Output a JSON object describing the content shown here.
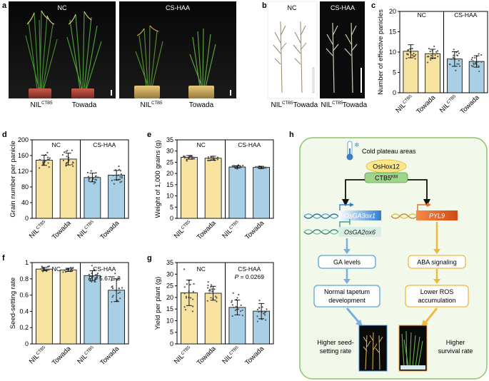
{
  "panel_letters": [
    "a",
    "b",
    "c",
    "d",
    "e",
    "f",
    "g",
    "h"
  ],
  "photos": {
    "a": {
      "left_tag": "NC",
      "right_tag": "CS-HAA",
      "labels": [
        {
          "base": "NIL",
          "sup": "CTB5"
        },
        {
          "base": "Towada",
          "sup": ""
        },
        {
          "base": "NIL",
          "sup": "CTB5"
        },
        {
          "base": "Towada",
          "sup": ""
        }
      ]
    },
    "b": {
      "left_tag": "NC",
      "right_tag": "CS-HAA",
      "labels": [
        {
          "base": "NIL",
          "sup": "CTB5"
        },
        {
          "base": "Towada",
          "sup": ""
        },
        {
          "base": "NIL",
          "sup": "CTB5"
        },
        {
          "base": "Towada",
          "sup": ""
        }
      ]
    }
  },
  "chart_data": [
    {
      "panel": "c",
      "type": "bar",
      "ylabel": "Number of effective panicles",
      "ylim": [
        0,
        20
      ],
      "yticks": [
        0,
        5,
        10,
        15,
        20
      ],
      "groups": [
        "NC",
        "CS-HAA"
      ],
      "categories": [
        {
          "base": "NIL",
          "sup": "CTB5"
        },
        {
          "base": "Towada",
          "sup": ""
        },
        {
          "base": "NIL",
          "sup": "CTB5"
        },
        {
          "base": "Towada",
          "sup": ""
        }
      ],
      "values": [
        10.2,
        9.6,
        8.3,
        7.7
      ],
      "errors": [
        1.6,
        1.1,
        1.8,
        1.4
      ],
      "colors": [
        "#f8e2a0",
        "#f8e2a0",
        "#a9cfe6",
        "#a9cfe6"
      ],
      "annotation": ""
    },
    {
      "panel": "d",
      "type": "bar",
      "ylabel": "Grain number per panicle",
      "ylim": [
        0,
        200
      ],
      "yticks": [
        0,
        40,
        80,
        120,
        160,
        200
      ],
      "groups": [
        "NC",
        "CS-HAA"
      ],
      "categories": [
        {
          "base": "NIL",
          "sup": "CTB5"
        },
        {
          "base": "Towada",
          "sup": ""
        },
        {
          "base": "NIL",
          "sup": "CTB5"
        },
        {
          "base": "Towada",
          "sup": ""
        }
      ],
      "values": [
        148,
        151,
        104,
        110
      ],
      "errors": [
        13,
        15,
        11,
        12
      ],
      "colors": [
        "#f8e2a0",
        "#f8e2a0",
        "#a9cfe6",
        "#a9cfe6"
      ],
      "annotation": ""
    },
    {
      "panel": "e",
      "type": "bar",
      "ylabel": "Weight of 1,000 grains (g)",
      "ylim": [
        0,
        35
      ],
      "yticks": [
        0,
        5,
        10,
        15,
        20,
        25,
        30,
        35
      ],
      "groups": [
        "NC",
        "CS-HAA"
      ],
      "categories": [
        {
          "base": "NIL",
          "sup": "CTB5"
        },
        {
          "base": "Towada",
          "sup": ""
        },
        {
          "base": "NIL",
          "sup": "CTB5"
        },
        {
          "base": "Towada",
          "sup": ""
        }
      ],
      "values": [
        27.2,
        26.8,
        22.9,
        22.7
      ],
      "errors": [
        0.8,
        0.9,
        0.5,
        0.5
      ],
      "colors": [
        "#f8e2a0",
        "#f8e2a0",
        "#a9cfe6",
        "#a9cfe6"
      ],
      "annotation": ""
    },
    {
      "panel": "f",
      "type": "bar",
      "ylabel": "Seed-setting rate",
      "ylim": [
        0,
        1.0
      ],
      "yticks": [
        0,
        0.2,
        0.4,
        0.6,
        0.8,
        1.0
      ],
      "groups": [
        "NC",
        "CS-HAA"
      ],
      "categories": [
        {
          "base": "NIL",
          "sup": "CTB5"
        },
        {
          "base": "Towada",
          "sup": ""
        },
        {
          "base": "NIL",
          "sup": "CTB5"
        },
        {
          "base": "Towada",
          "sup": ""
        }
      ],
      "values": [
        0.92,
        0.91,
        0.84,
        0.66
      ],
      "errors": [
        0.02,
        0.02,
        0.06,
        0.14
      ],
      "colors": [
        "#f8e2a0",
        "#f8e2a0",
        "#a9cfe6",
        "#a9cfe6"
      ],
      "annotation": {
        "p": "P",
        "text": " = 5.67E-8"
      }
    },
    {
      "panel": "g",
      "type": "bar",
      "ylabel": "Yield per plant (g)",
      "ylim": [
        0,
        35
      ],
      "yticks": [
        0,
        5,
        10,
        15,
        20,
        25,
        30,
        35
      ],
      "groups": [
        "NC",
        "CS-HAA"
      ],
      "categories": [
        {
          "base": "NIL",
          "sup": "CTB5"
        },
        {
          "base": "Towada",
          "sup": ""
        },
        {
          "base": "NIL",
          "sup": "CTB5"
        },
        {
          "base": "Towada",
          "sup": ""
        }
      ],
      "values": [
        22.0,
        21.8,
        15.7,
        14.1
      ],
      "errors": [
        5.5,
        3.0,
        3.2,
        3.3
      ],
      "colors": [
        "#f8e2a0",
        "#f8e2a0",
        "#a9cfe6",
        "#a9cfe6"
      ],
      "annotation": {
        "p": "P",
        "text": " = 0.0269"
      }
    }
  ],
  "diagram": {
    "env_label": "Cold plateau areas",
    "oshox": "OsHox12",
    "ctb5": {
      "base": "CTB5",
      "sup": "KM"
    },
    "gene1": "OsGA3ox1",
    "gene2": "OsGA2ox6",
    "gene3": "PYL9",
    "ga": "GA levels",
    "aba": "ABA signaling",
    "tapetum": [
      "Normal tapetum",
      "development"
    ],
    "ros": [
      "Lower ROS",
      "accumulation"
    ],
    "seed": [
      "Higher seed-",
      "setting rate"
    ],
    "survival": [
      "Higher",
      "survival rate"
    ]
  }
}
